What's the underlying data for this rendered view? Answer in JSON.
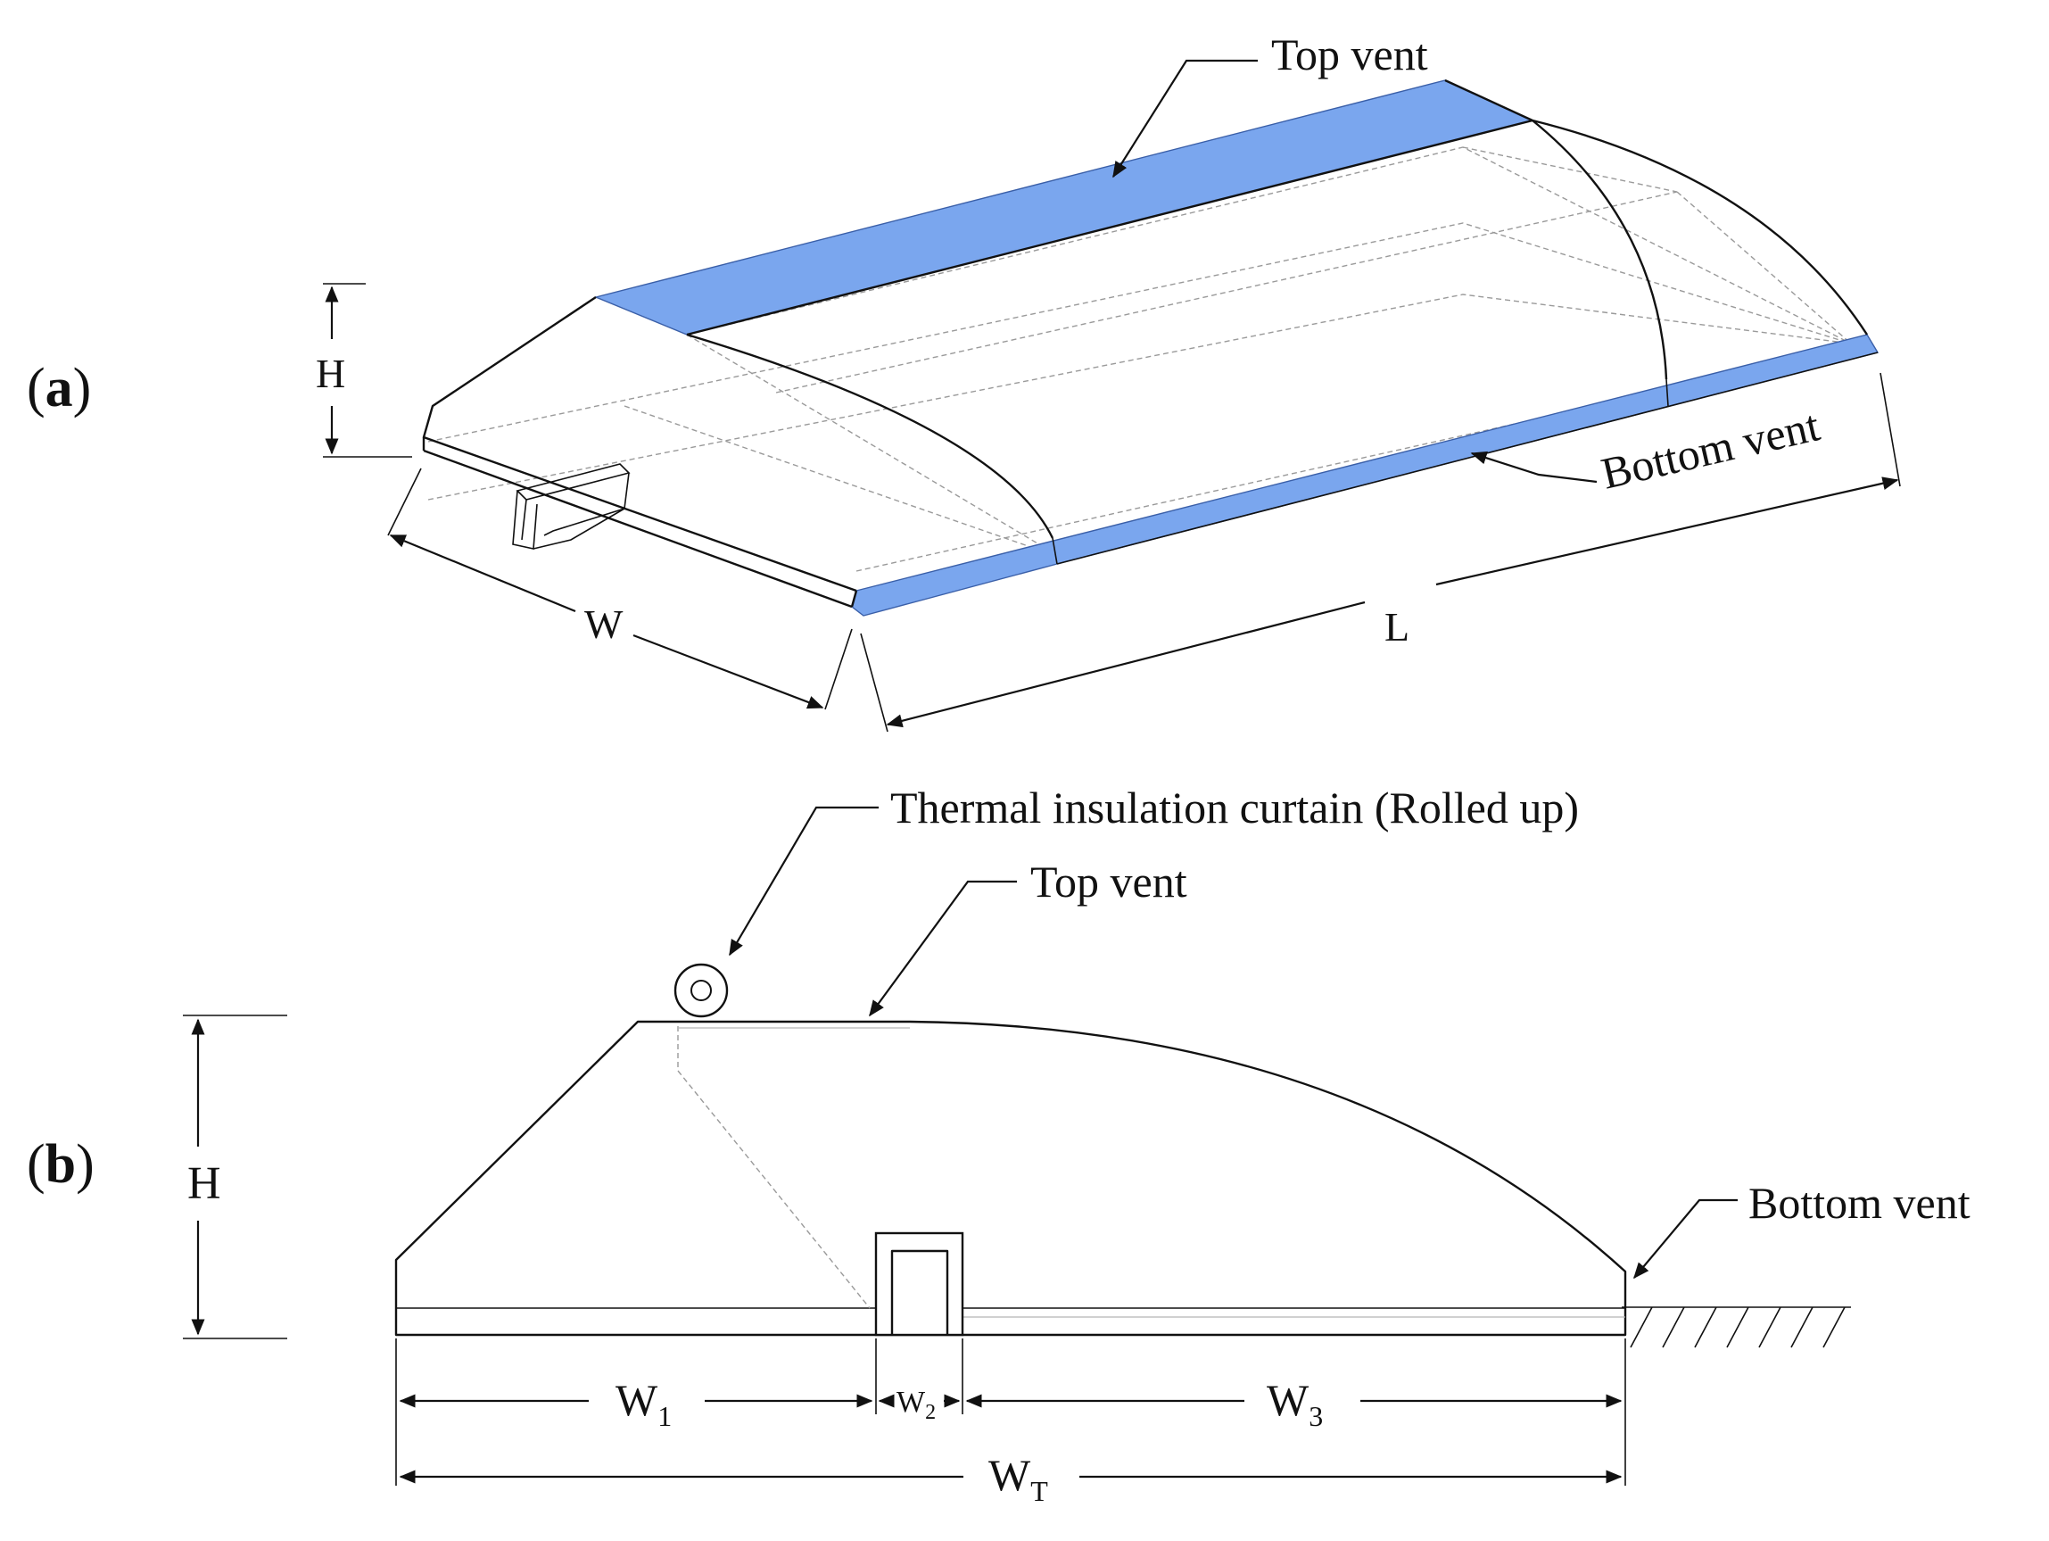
{
  "colors": {
    "vent": "#7aa6ee",
    "line": "#111111",
    "hidden": "#9a9a9a"
  },
  "panel_a": {
    "label": "a",
    "top_vent_label": "Top vent",
    "bottom_vent_label": "Bottom vent",
    "dim_height": "H",
    "dim_width": "W",
    "dim_length": "L"
  },
  "panel_b": {
    "label": "b",
    "curtain_label": "Thermal insulation curtain (Rolled up)",
    "top_vent_label": "Top vent",
    "bottom_vent_label": "Bottom vent",
    "dim_height": "H",
    "dim_w1": "W",
    "dim_w1_sub": "1",
    "dim_w2": "W",
    "dim_w2_sub": "2",
    "dim_w3": "W",
    "dim_w3_sub": "3",
    "dim_wt": "W",
    "dim_wt_sub": "T"
  }
}
